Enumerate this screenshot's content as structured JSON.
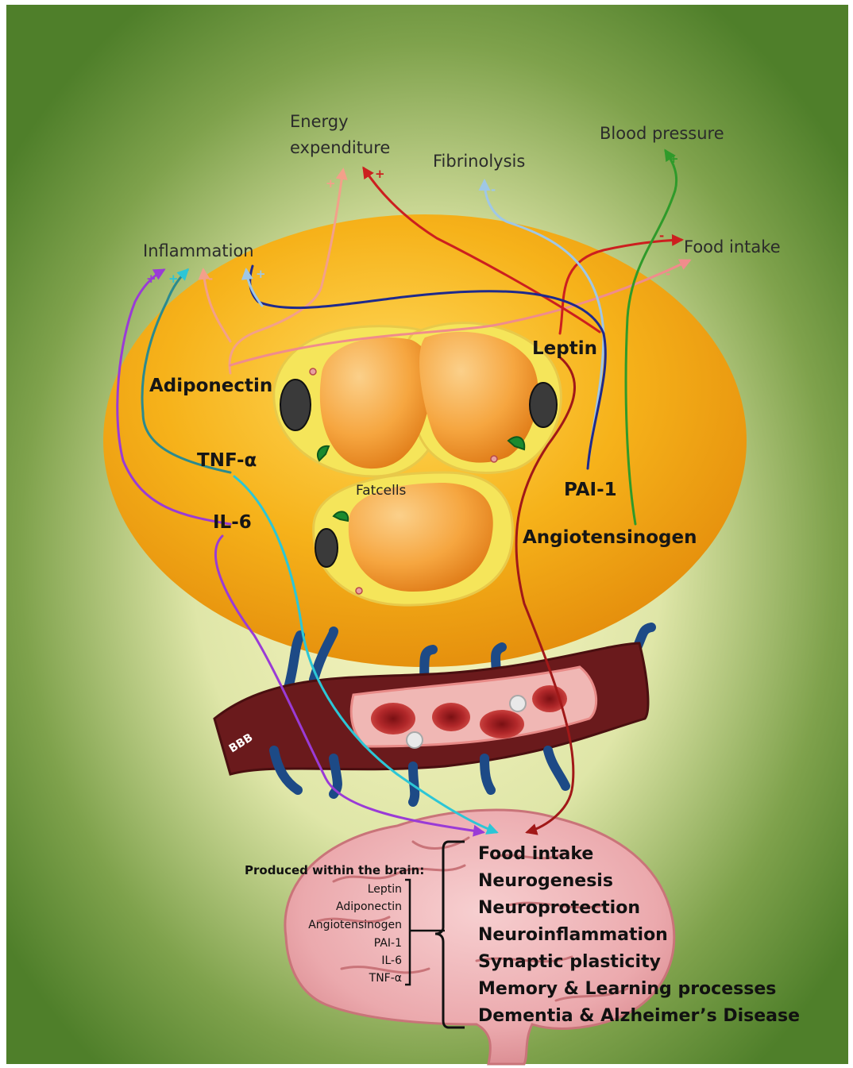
{
  "top_labels": {
    "energy_line1": "Energy",
    "energy_line2": "expenditure",
    "fibrinolysis": "Fibrinolysis",
    "blood_pressure": "Blood pressure",
    "inflammation": "Inflammation",
    "food_intake": "Food intake"
  },
  "hormones": {
    "adiponectin": "Adiponectin",
    "leptin": "Leptin",
    "tnf": "TNF-α",
    "il6": "IL-6",
    "pai1": "PAI-1",
    "angiotensinogen": "Angiotensinogen"
  },
  "fatcells_label": "Fatcells",
  "bbb_label": "BBB",
  "signs": {
    "plus": "+",
    "minus": "-"
  },
  "brain": {
    "heading": "Produced within the brain:",
    "items": [
      "Leptin",
      "Adiponectin",
      "Angiotensinogen",
      "PAI-1",
      "IL-6",
      "TNF-α"
    ],
    "effects": [
      "Food intake",
      "Neurogenesis",
      "Neuroprotection",
      "Neuroinflammation",
      "Synaptic plasticity",
      "Memory & Learning processes",
      "Dementia & Alzheimer’s Disease"
    ]
  },
  "colors": {
    "fat_tissue": "#f6b21a",
    "background_green": "#5d8a2f",
    "brain_pink": "#eba9ad",
    "vessel_red": "#6a1a1c",
    "arrow_red": "#cc1f1f",
    "arrow_pink": "#f08c8c",
    "arrow_salmon": "#f3a08a",
    "arrow_lightblue": "#9fc7e6",
    "arrow_navy": "#1f2a8c",
    "arrow_green": "#2f9a2a",
    "arrow_purple": "#9a3bd6",
    "arrow_cyan": "#2cc6d6",
    "arrow_darkred": "#a11818"
  }
}
